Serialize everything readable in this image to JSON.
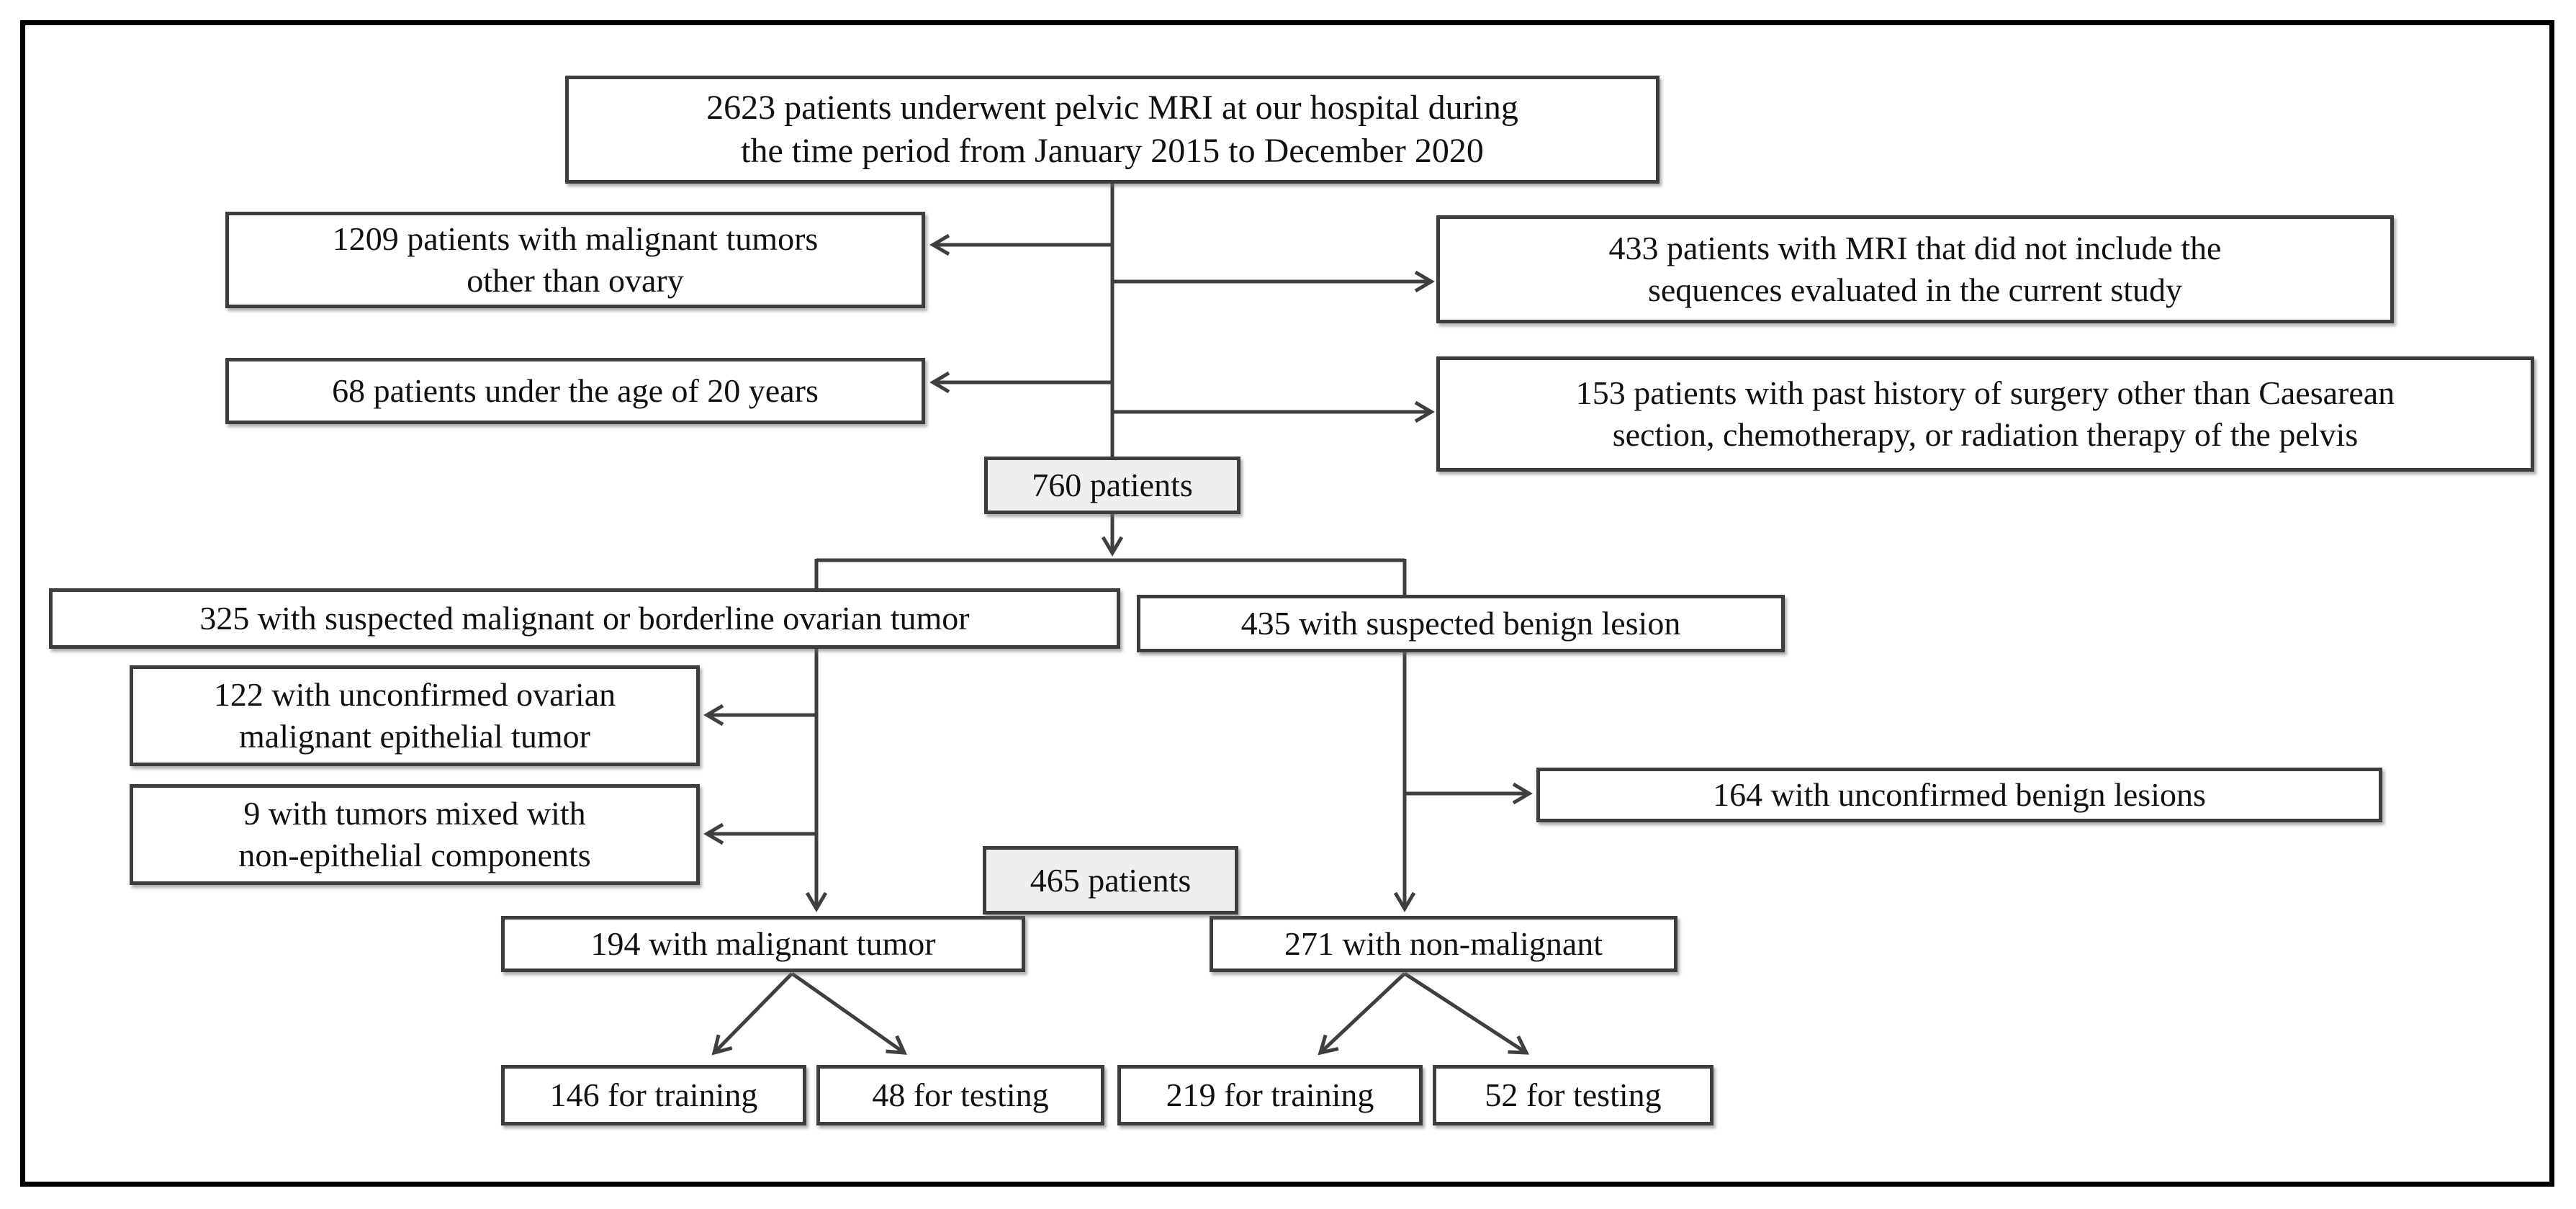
{
  "figure": {
    "title": "Patient selection flowchart",
    "colors": {
      "frame_border": "#000000",
      "box_border": "#3d3d3d",
      "box_fill": "#ffffff",
      "shaded_box_fill": "#efefef",
      "connector": "#3f3f3f",
      "text": "#111111"
    },
    "nodes": {
      "enrolled": {
        "text": "2623 patients underwent pelvic MRI at our hospital during\nthe time period from January 2015 to December 2020"
      },
      "excl_1209": {
        "text": "1209 patients with malignant tumors\nother than ovary"
      },
      "excl_433": {
        "text": "433 patients with MRI that did not include the\nsequences evaluated in the current study"
      },
      "excl_68": {
        "text": "68 patients under the age of 20 years"
      },
      "excl_153": {
        "text": "153 patients with past history of surgery other than Caesarean\nsection, chemotherapy, or radiation therapy of the pelvis"
      },
      "p760": {
        "text": "760 patients"
      },
      "susp_325": {
        "text": "325 with suspected malignant or borderline ovarian tumor"
      },
      "susp_435": {
        "text": "435 with suspected benign lesion"
      },
      "excl_122": {
        "text": "122 with unconfirmed ovarian\nmalignant epithelial tumor"
      },
      "excl_9": {
        "text": "9 with tumors mixed with\nnon-epithelial components"
      },
      "excl_164": {
        "text": "164 with unconfirmed benign lesions"
      },
      "p465": {
        "text": "465 patients"
      },
      "mal_194": {
        "text": "194 with malignant tumor"
      },
      "non_271": {
        "text": "271 with non-malignant"
      },
      "train_146": {
        "text": "146 for training"
      },
      "test_48": {
        "text": "48 for testing"
      },
      "train_219": {
        "text": "219 for training"
      },
      "test_52": {
        "text": "52 for testing"
      }
    },
    "edges": [
      {
        "from": "enrolled",
        "to": "excl_1209"
      },
      {
        "from": "enrolled",
        "to": "excl_433"
      },
      {
        "from": "enrolled",
        "to": "excl_68"
      },
      {
        "from": "enrolled",
        "to": "excl_153"
      },
      {
        "from": "enrolled",
        "to": "p760"
      },
      {
        "from": "p760",
        "to": "susp_325"
      },
      {
        "from": "p760",
        "to": "susp_435"
      },
      {
        "from": "susp_325",
        "to": "excl_122"
      },
      {
        "from": "susp_325",
        "to": "excl_9"
      },
      {
        "from": "susp_325",
        "to": "mal_194"
      },
      {
        "from": "susp_435",
        "to": "excl_164"
      },
      {
        "from": "susp_435",
        "to": "non_271"
      },
      {
        "from": "mal_194",
        "to": "train_146"
      },
      {
        "from": "mal_194",
        "to": "test_48"
      },
      {
        "from": "non_271",
        "to": "train_219"
      },
      {
        "from": "non_271",
        "to": "test_52"
      }
    ]
  }
}
